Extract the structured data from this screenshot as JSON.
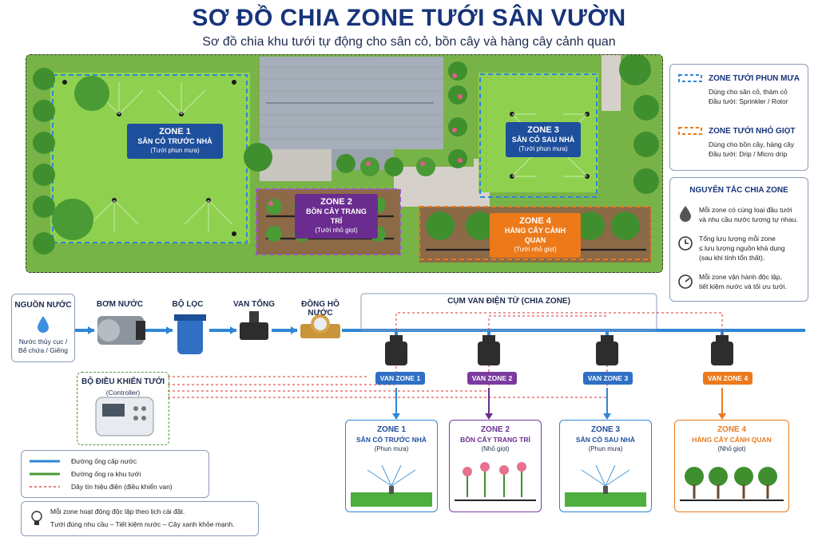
{
  "header": {
    "title": "SƠ ĐỒ CHIA ZONE TƯỚI SÂN VƯỜN",
    "subtitle": "Sơ đồ chia khu tưới tự động cho sân cỏ, bồn cây và hàng cây cảnh quan"
  },
  "garden": {
    "zone1": {
      "name": "ZONE 1",
      "area": "SÂN CỎ TRƯỚC NHÀ",
      "type": "(Tưới phun mưa)"
    },
    "zone2": {
      "name": "ZONE 2",
      "area": "BỒN CÂY TRANG TRÍ",
      "type": "(Tưới nhỏ giọt)"
    },
    "zone3": {
      "name": "ZONE 3",
      "area": "SÂN CỎ SAU NHÀ",
      "type": "(Tưới phun mưa)"
    },
    "zone4": {
      "name": "ZONE 4",
      "area": "HÀNG CÂY CẢNH QUAN",
      "type": "(Tưới nhỏ giọt)"
    }
  },
  "legend_types": {
    "spray_title": "ZONE TƯỚI PHUN MƯA",
    "spray_line1": "Dùng cho sân cỏ, thảm cỏ",
    "spray_line2": "Đầu tưới: Sprinkler / Rotor",
    "drip_title": "ZONE TƯỚI NHỎ GIỌT",
    "drip_line1": "Dùng cho bồn cây, hàng cây",
    "drip_line2": "Đầu tưới: Drip / Micro drip",
    "colors": {
      "spray": "#2f86d6",
      "drip": "#ec7a1a"
    }
  },
  "principles": {
    "title": "NGUYÊN TẮC CHIA ZONE",
    "p1a": "Mỗi zone có cùng loại đầu tưới",
    "p1b": "và nhu cầu nước tương tự nhau.",
    "p2a": "Tổng lưu lượng mỗi zone",
    "p2b": "≤ lưu lượng nguồn khả dụng",
    "p2c": "(sau khi tính tổn thất).",
    "p3a": "Mỗi zone vận hành độc lập,",
    "p3b": "tiết kiệm nước và tối ưu tưới.",
    "icons": [
      "drop-icon",
      "clock-icon",
      "gauge-icon"
    ]
  },
  "system": {
    "source_title": "NGUỒN NƯỚC",
    "source_text1": "Nước thủy cục /",
    "source_text2": "Bể chứa / Giếng",
    "pump": "BƠM NƯỚC",
    "filter": "BỘ LỌC",
    "main_valve": "VAN TỔNG",
    "meter": "ĐỒNG HỒ NƯỚC",
    "manifold": "CỤM VAN ĐIỆN TỪ (CHIA ZONE)",
    "controller_title": "BỘ ĐIỀU KHIỂN TƯỚI",
    "controller_sub": "(Controller)",
    "valves": [
      "VAN ZONE 1",
      "VAN ZONE 2",
      "VAN ZONE 3",
      "VAN ZONE 4"
    ],
    "valve_colors": [
      "#2f6fc4",
      "#7b3aa0",
      "#2f6fc4",
      "#ec7a1a"
    ]
  },
  "outputs": [
    {
      "name": "ZONE 1",
      "area": "SÂN CỎ TRƯỚC NHÀ",
      "method": "(Phun mưa)"
    },
    {
      "name": "ZONE 2",
      "area": "BỒN CÂY TRANG TRÍ",
      "method": "(Nhỏ giọt)"
    },
    {
      "name": "ZONE 3",
      "area": "SÂN CỎ SAU NHÀ",
      "method": "(Phun mưa)"
    },
    {
      "name": "ZONE 4",
      "area": "HÀNG CÂY CẢNH QUAN",
      "method": "(Nhỏ giọt)"
    }
  ],
  "legend_lines": {
    "supply": "Đường ống cấp nước",
    "outlet": "Đường ống ra khu tưới",
    "signal": "Dây tín hiệu điện (điều khiển van)"
  },
  "note": {
    "line1": "Mỗi zone hoạt động độc lập theo lịch cài đặt.",
    "line2": "Tưới đúng nhu cầu – Tiết kiệm nước – Cây xanh khỏe mạnh.",
    "icon": "lightbulb-icon"
  }
}
